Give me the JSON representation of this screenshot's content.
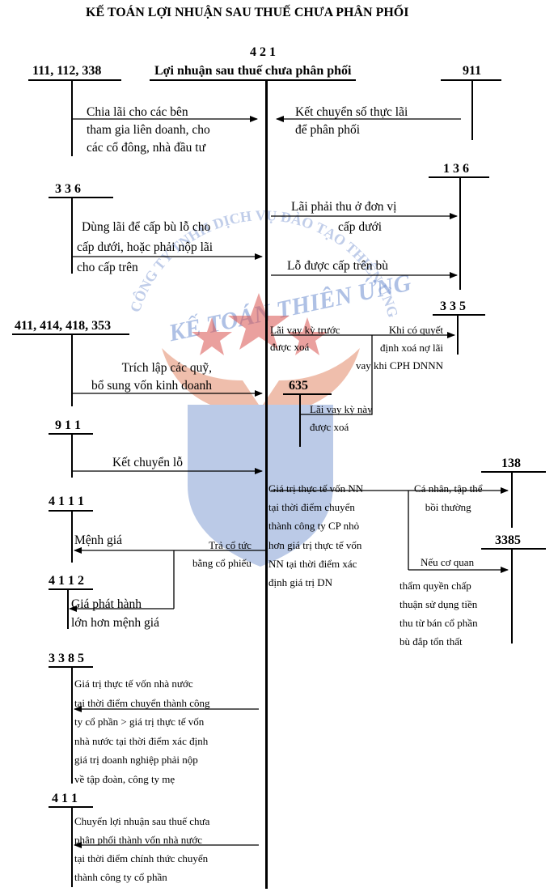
{
  "title": "KẾ TOÁN LỢI NHUẬN SAU THUẾ CHƯA PHÂN PHỐI",
  "center": {
    "code": "4 2 1",
    "name": "Lợi nhuận sau thuế chưa phân phối"
  },
  "accounts": {
    "a111": "111, 112,  338",
    "a911_top": "911",
    "a136": "1 3 6",
    "a336": "3 3 6",
    "a335": "3 3 5",
    "a411group": "411, 414, 418, 353",
    "a635": "635",
    "a911": "9 1 1",
    "a138": "138",
    "a4111": "4 1 1 1",
    "a3385r": "3385",
    "a4112": "4 1 1 2",
    "a3385": "3 3 8 5",
    "a411": "4 1 1"
  },
  "labels": {
    "chia_lai": "Chia lãi cho các bên\ntham gia liên doanh, cho\ncác cổ đông, nhà đầu tư",
    "ket_chuyen_lai": "Kết chuyển số thực lãi\nđể phân phối",
    "lai_phai_thu_1": "Lãi phải thu ở đơn vị",
    "lai_phai_thu_2": "cấp dưới",
    "dung_lai_1": "Dùng lãi để cấp bù lỗ cho",
    "dung_lai_2": "cấp dưới, hoặc phải nộp lãi",
    "dung_lai_3": "cho cấp trên",
    "lo_duoc_cap": "Lỗ được cấp trên bù",
    "lai_vay_truoc": "Lãi vay kỳ trước\nđược xoá",
    "khi_co_quyet": "Khi có quyết\nđịnh xoá nợ lãi\nvay khi CPH DNNN",
    "trich_lap": "Trích lập các quỹ,\nbổ sung vốn kinh doanh",
    "lai_vay_nay": "Lãi vay kỳ này\nđược xoá",
    "ket_chuyen_lo": "Kết chuyển lỗ",
    "gia_tri_nn": "Giá trị thực tế vốn NN\ntại thời điểm chuyển\nthành công ty CP nhỏ\nhơn giá trị thực tế vốn\nNN tại thời điểm xác\nđịnh giá trị DN",
    "ca_nhan": "Cá nhân, tập thể\nbồi thường",
    "menh_gia": "Mệnh giá",
    "tra_co_tuc": "Trả cổ tức\nbằng cổ phiếu",
    "neu_co_quan": "Nếu cơ quan",
    "tham_quyen": "thẩm quyền chấp\nthuận sử dụng tiền\nthu từ bán cổ phần\nbù đắp tổn thất",
    "gia_phat_hanh": "Giá phát hành\nlớn hơn mệnh giá",
    "gia_tri_3385": "Giá trị thực tế vốn nhà nước\ntại thời điểm chuyển thành công\nty cổ phần > giá trị thực tế vốn\nnhà nước tại thời điểm xác định\ngiá trị doanh nghiệp phải nộp\nvề tập đoàn, công ty mẹ",
    "chuyen_ln": "Chuyển lợi nhuận sau thuế chưa\nphân phối thành vốn nhà nước\ntại thời điểm chính thức chuyển\nthành công ty cổ phần"
  },
  "watermark": {
    "arc_text": "CÔNG TY TNHH DỊCH VỤ ĐÀO TẠO THIÊN ỨNG",
    "brand": "KẾ TOÁN THIÊN ỨNG",
    "colors": {
      "blue": "#5b7fc4",
      "red": "#d9534f"
    }
  }
}
